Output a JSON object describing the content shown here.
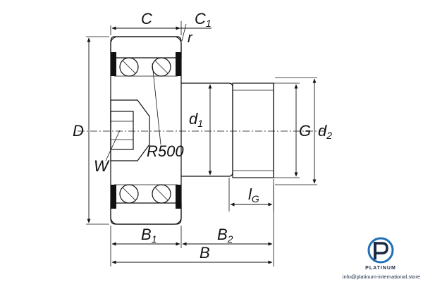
{
  "labels": {
    "C": "C",
    "C1_main": "C",
    "C1_sub": "1",
    "r": "r",
    "D": "D",
    "W": "W",
    "R500": "R500",
    "d1_main": "d",
    "d1_sub": "1",
    "G": "G",
    "d2_main": "d",
    "d2_sub": "2",
    "lG_main": "l",
    "lG_sub": "G",
    "B1_main": "B",
    "B1_sub": "1",
    "B2_main": "B",
    "B2_sub": "2",
    "B": "B"
  },
  "watermark": {
    "brand": "PLATINUM",
    "contact": "info@platinum-international.store"
  },
  "colors": {
    "line": "#111111",
    "brand_blue": "#1f6fb5",
    "brand_dark": "#1a2a44"
  }
}
